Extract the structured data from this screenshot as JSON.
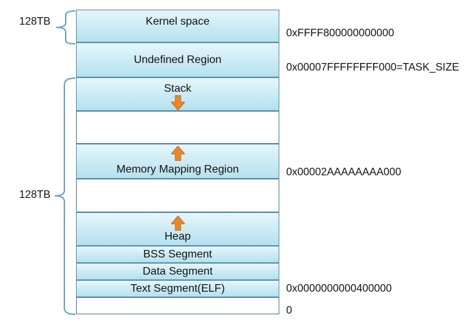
{
  "segments": {
    "kernel_space": "Kernel space",
    "undefined_region": "Undefined Region",
    "stack": "Stack",
    "memory_mapping": "Memory Mapping Region",
    "heap": "Heap",
    "bss": "BSS Segment",
    "data": "Data Segment",
    "text": "Text Segment(ELF)"
  },
  "addresses": {
    "kernel_start": "0xFFFF800000000000",
    "task_size": "0x00007FFFFFFFF000=TASK_SIZE",
    "mmap_base": "0x00002AAAAAAAA000",
    "text_start": "0x0000000000400000",
    "zero": "0"
  },
  "side_labels": {
    "kernel_size": "128TB",
    "user_size": "128TB"
  },
  "colors": {
    "segment_fill": "#b4e1ef",
    "segment_border": "#5a8fb0",
    "arrow": "#e8872a",
    "brace": "#6aa3c3"
  }
}
